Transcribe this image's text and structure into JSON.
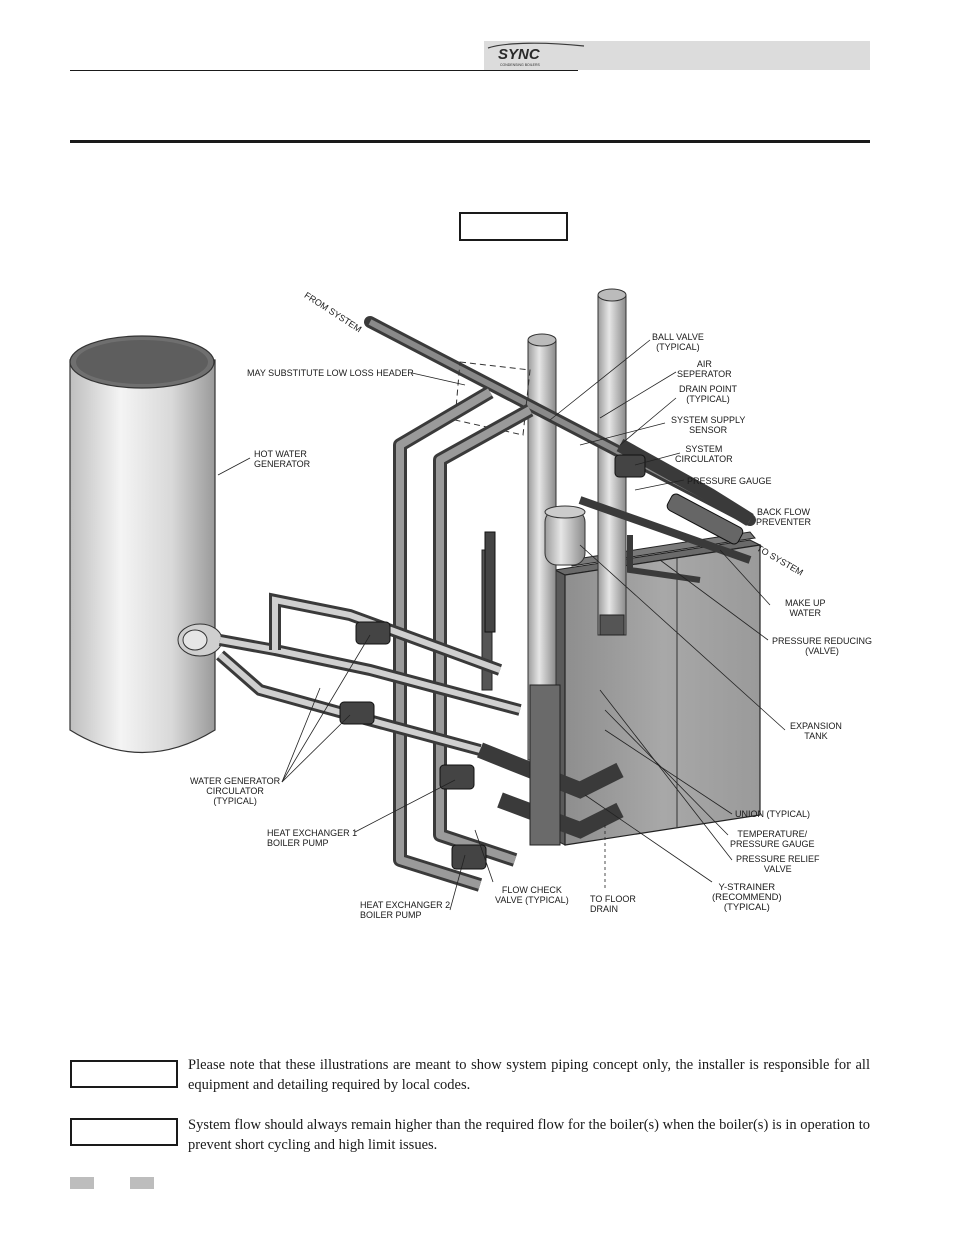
{
  "header": {
    "logo_text": "SYNC",
    "logo_tagline": "CONDENSING BOILERS"
  },
  "figure": {
    "labels": {
      "from_system": "FROM SYSTEM",
      "to_system": "TO SYSTEM",
      "low_loss_header": "MAY SUBSTITUTE LOW LOSS HEADER",
      "hot_water_generator": [
        "HOT WATER",
        "GENERATOR"
      ],
      "ball_valve": [
        "BALL VALVE",
        "(TYPICAL)"
      ],
      "air_separator": [
        "AIR",
        "SEPERATOR"
      ],
      "drain_point": [
        "DRAIN POINT",
        "(TYPICAL)"
      ],
      "supply_sensor": [
        "SYSTEM SUPPLY",
        "SENSOR"
      ],
      "system_circulator": [
        "SYSTEM",
        "CIRCULATOR"
      ],
      "pressure_gauge": "PRESSURE GAUGE",
      "back_flow": [
        "BACK FLOW",
        "PREVENTER"
      ],
      "make_up_water": [
        "MAKE UP",
        "WATER"
      ],
      "pressure_reducing": [
        "PRESSURE REDUCING",
        "(VALVE)"
      ],
      "expansion_tank": [
        "EXPANSION",
        "TANK"
      ],
      "union": "UNION (TYPICAL)",
      "temp_pressure_gauge": [
        "TEMPERATURE/",
        "PRESSURE GAUGE"
      ],
      "relief_valve": [
        "PRESSURE RELIEF",
        "VALVE"
      ],
      "y_strainer": [
        "Y-STRAINER",
        "(RECOMMEND)",
        "(TYPICAL)"
      ],
      "floor_drain": [
        "TO FLOOR",
        "DRAIN"
      ],
      "flow_check": [
        "FLOW CHECK",
        "VALVE (TYPICAL)"
      ],
      "hx2_pump": [
        "HEAT EXCHANGER 2",
        "BOILER PUMP"
      ],
      "hx1_pump": [
        "HEAT EXCHANGER 1",
        "BOILER PUMP"
      ],
      "wg_circulator": [
        "WATER GENERATOR",
        "CIRCULATOR",
        "(TYPICAL)"
      ]
    }
  },
  "notes": [
    {
      "text": "Please note that these illustrations are meant to show system piping concept only, the installer is responsible for all equipment and detailing required by local codes."
    },
    {
      "text": "System flow should always remain higher than the required flow for the boiler(s) when the boiler(s) is in operation to prevent short cycling and high limit issues."
    }
  ]
}
